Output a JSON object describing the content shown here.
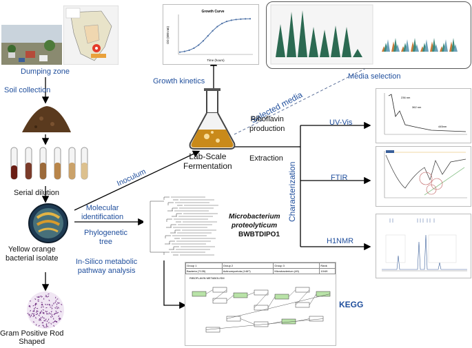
{
  "labels": {
    "dumping_zone": "Dumping zone",
    "soil_collection": "Soil collection",
    "serial_dilution": "Serial dilution",
    "isolate": "Yellow orange\nbacterial isolate",
    "gram": "Gram Positive Rod\nShaped",
    "inoculum": "Inoculum",
    "molecular_id": "Molecular\nidentification",
    "phylo_tree": "Phylogenetic\ntree",
    "insilico": "In-Silico metabolic\npathway analysis",
    "growth_kinetics": "Growth kinetics",
    "selected_media": "Selected media",
    "media_selection": "Media selection",
    "lab_scale": "Lab-Scale\nFermentation",
    "riboflavin": "Riboflavin\nproduction",
    "extraction": "Extraction",
    "characterization": "Characterization",
    "uvvis": "UV-Vis",
    "ftir": "FTIR",
    "h1nmr": "H1NMR",
    "kegg": "KEGG",
    "organism_line1": "Microbacterium",
    "organism_line2": "proteolyticum",
    "strain": "BWBTDIPO1"
  },
  "growth_chart": {
    "title": "Growth Curve",
    "xlabel": "Time (hours)",
    "ylabel": "OD (600 nm)"
  },
  "kegg_table": {
    "headers": [
      "Group 1",
      "Group 2",
      "Group 3",
      "Rank"
    ],
    "values": [
      "Bacteria (7135)",
      "Actinomycetota (1467)",
      "Microbacterium (49)",
      "10/49"
    ],
    "title": "RIBOFLAVIN METABOLISM"
  },
  "uv_peaks": [
    "236 nm",
    "362 nm",
    "445nm"
  ],
  "colors": {
    "label_blue": "#1f4e9c",
    "arrow": "#000000",
    "flask_liquid": "#c98a1a"
  }
}
